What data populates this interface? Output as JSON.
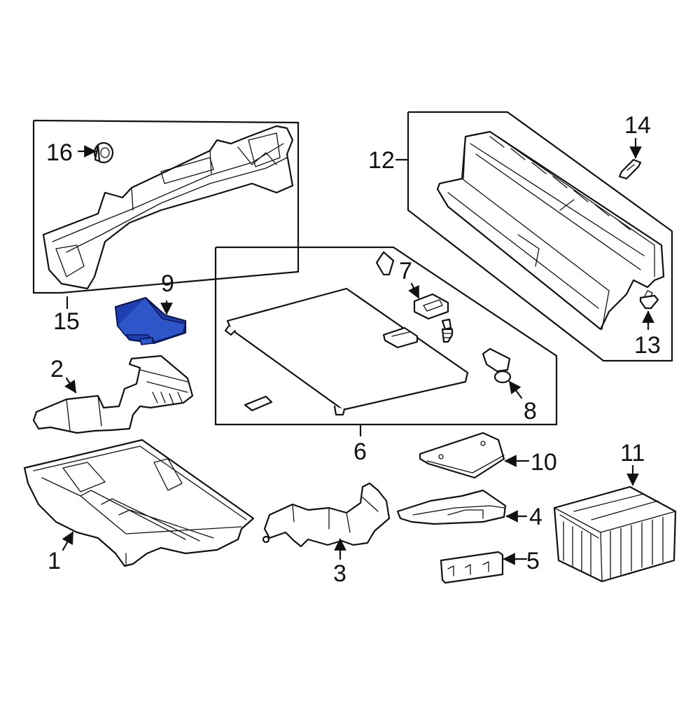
{
  "diagram": {
    "highlight_color": "#1e3fb0",
    "callouts": [
      {
        "id": "1",
        "label": "1"
      },
      {
        "id": "2",
        "label": "2"
      },
      {
        "id": "3",
        "label": "3"
      },
      {
        "id": "4",
        "label": "4"
      },
      {
        "id": "5",
        "label": "5"
      },
      {
        "id": "6",
        "label": "6"
      },
      {
        "id": "7",
        "label": "7"
      },
      {
        "id": "8",
        "label": "8"
      },
      {
        "id": "9",
        "label": "9"
      },
      {
        "id": "10",
        "label": "10"
      },
      {
        "id": "11",
        "label": "11"
      },
      {
        "id": "12",
        "label": "12"
      },
      {
        "id": "13",
        "label": "13"
      },
      {
        "id": "14",
        "label": "14"
      },
      {
        "id": "15",
        "label": "15"
      },
      {
        "id": "16",
        "label": "16"
      }
    ],
    "highlighted_part": "9"
  }
}
